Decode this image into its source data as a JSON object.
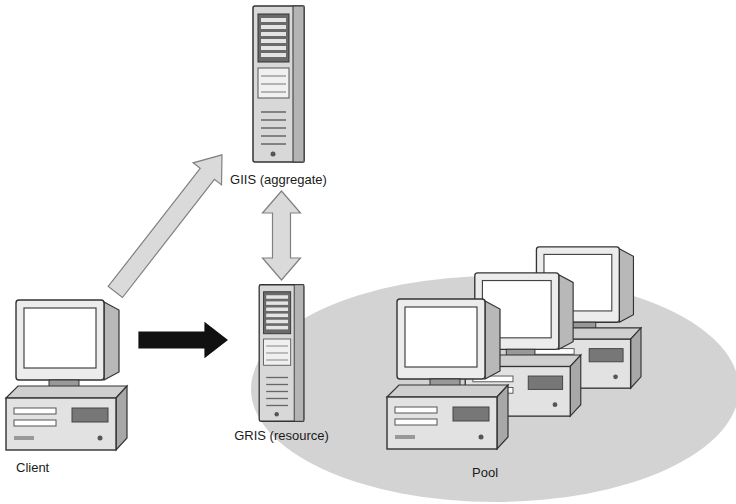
{
  "diagram": {
    "nodes": [
      {
        "text": [
          "GIIS (aggregate)"
        ]
      },
      {
        "text": [
          "Client"
        ]
      },
      {
        "text": [
          "Pool"
        ]
      },
      {
        "text": [
          "GRIS (resource)"
        ],
        "in": 2
      }
    ],
    "edges": [
      {
        "from": 1,
        "to": 0,
        "arrow": "to"
      },
      {
        "from": 1,
        "to": 3,
        "arrow": "to"
      },
      {
        "from": 0,
        "to": 3,
        "arrow": "both"
      }
    ]
  }
}
